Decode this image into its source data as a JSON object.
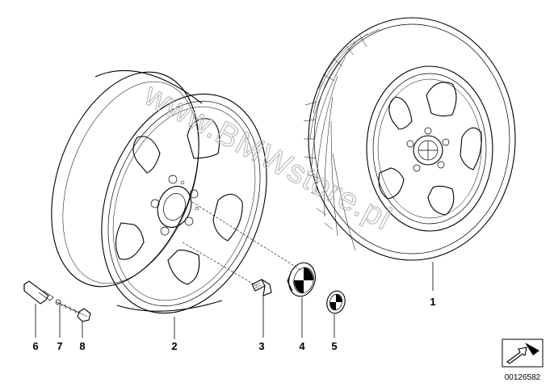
{
  "watermark": "www.BMWstore.pl",
  "document_number": "00126582",
  "callouts": [
    "1",
    "2",
    "3",
    "4",
    "5",
    "6",
    "7",
    "8"
  ],
  "nav_icon": "arrow-icon"
}
